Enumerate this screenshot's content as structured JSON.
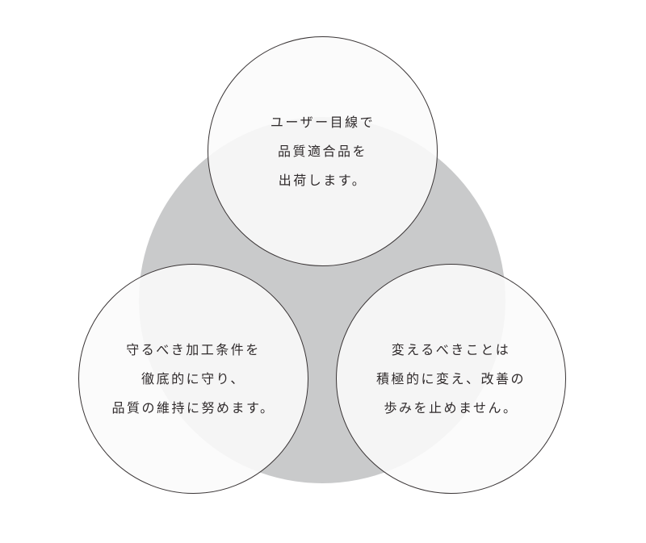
{
  "diagram": {
    "top": {
      "lines": [
        "ユーザー目線で",
        "品質適合品を",
        "出荷します。"
      ]
    },
    "left": {
      "lines": [
        "守るべき加工条件を",
        "徹底的に守り、",
        "品質の維持に努めます。"
      ]
    },
    "right": {
      "lines": [
        "変えるべきことは",
        "積極的に変え、改善の",
        "歩みを止めません。"
      ]
    },
    "colors": {
      "background_circle": "#c9cacb",
      "node_fill": "#fbfbfb",
      "node_border": "#3a3536",
      "text": "#2f2a2b"
    }
  }
}
